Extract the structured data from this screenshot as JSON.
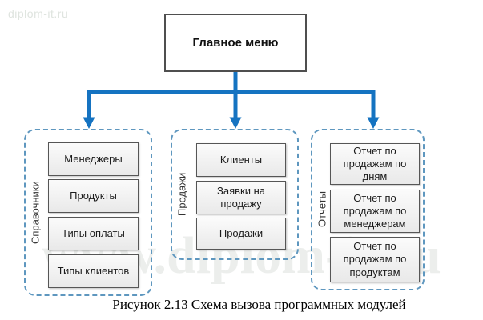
{
  "diagram": {
    "root_label": "Главное меню",
    "groups": [
      {
        "label": "Справочники",
        "items": [
          "Менеджеры",
          "Продукты",
          "Типы оплаты",
          "Типы клиентов"
        ]
      },
      {
        "label": "Продажи",
        "items": [
          "Клиенты",
          "Заявки на продажу",
          "Продажи"
        ]
      },
      {
        "label": "Отчеты",
        "items": [
          "Отчет по продажам по дням",
          "Отчет по продажам по менеджерам",
          "Отчет по продажам по продуктам"
        ]
      }
    ]
  },
  "watermarks": {
    "corner": "diplom-it.ru",
    "large": "www.diplom-it.ru"
  },
  "caption": "Рисунок 2.13 Схема вызова программных модулей",
  "colors": {
    "arrow": "#1573C1",
    "group_border": "#5E97BF",
    "box_border": "#565656"
  }
}
